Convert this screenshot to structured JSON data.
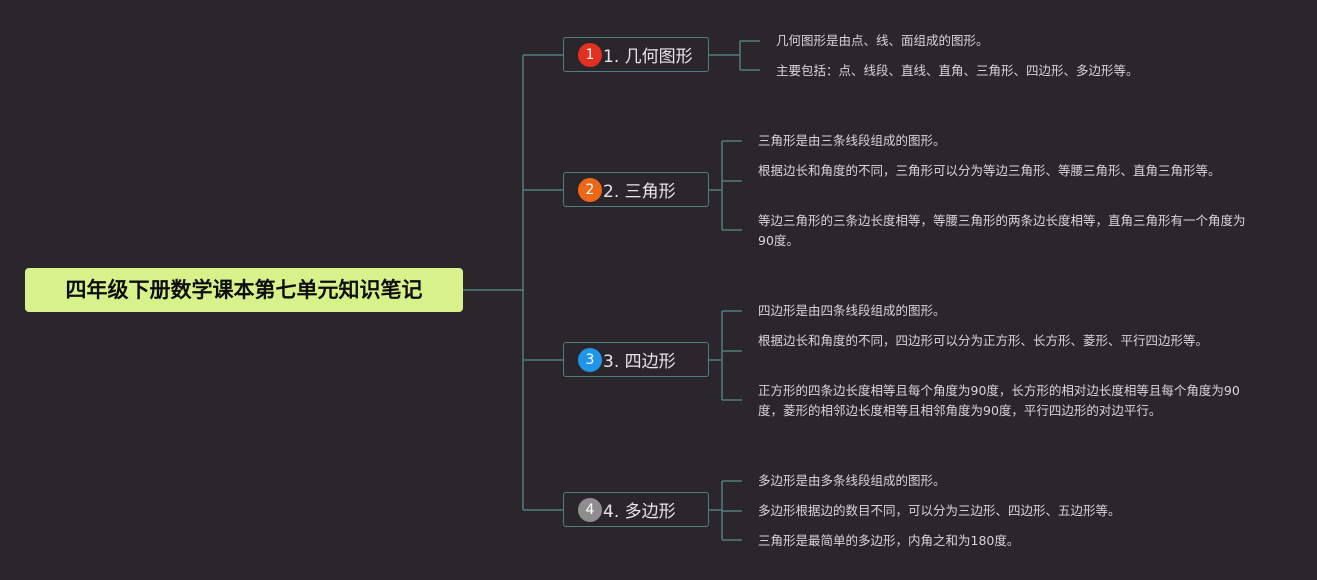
{
  "root": {
    "title": "四年级下册数学课本第七单元知识笔记"
  },
  "branches": [
    {
      "marker": "1",
      "marker_color": "#e23121",
      "label": "1. 几何图形",
      "notes": [
        "几何图形是由点、线、面组成的图形。",
        "主要包括：点、线段、直线、直角、三角形、四边形、多边形等。"
      ]
    },
    {
      "marker": "2",
      "marker_color": "#ec6718",
      "label": "2. 三角形",
      "notes": [
        "三角形是由三条线段组成的图形。",
        "根据边长和角度的不同，三角形可以分为等边三角形、等腰三角形、直角三角形等。",
        "等边三角形的三条边长度相等，等腰三角形的两条边长度相等，直角三角形有一个角度为90度。"
      ]
    },
    {
      "marker": "3",
      "marker_color": "#1f96e8",
      "label": "3. 四边形",
      "notes": [
        "四边形是由四条线段组成的图形。",
        "根据边长和角度的不同，四边形可以分为正方形、长方形、菱形、平行四边形等。",
        "正方形的四条边长度相等且每个角度为90度，长方形的相对边长度相等且每个角度为90度，菱形的相邻边长度相等且相邻角度为90度，平行四边形的对边平行。"
      ]
    },
    {
      "marker": "4",
      "marker_color": "#8e8e8e",
      "label": "4. 多边形",
      "notes": [
        "多边形是由多条线段组成的图形。",
        "多边形根据边的数目不同，可以分为三边形、四边形、五边形等。",
        "三角形是最简单的多边形，内角之和为180度。"
      ]
    }
  ],
  "colors": {
    "background": "#2b262c",
    "connector": "#4f7e80",
    "root_fill": "#d7f28a"
  }
}
